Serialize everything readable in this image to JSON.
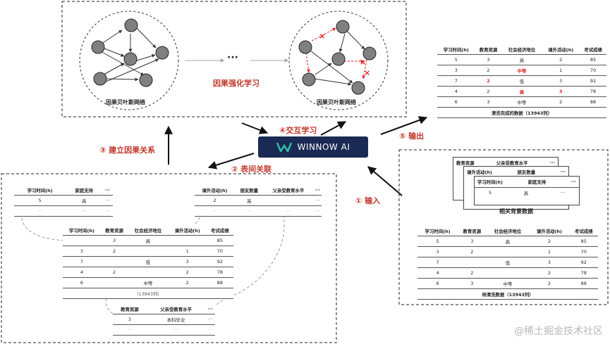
{
  "steps": {
    "s1": "① 输入",
    "s2": "② 表间关联",
    "s3": "③ 建立因果关系",
    "s4": "④交互学习",
    "s5": "⑤ 输出"
  },
  "top_panel": {
    "left_network_caption": "因果贝叶斯网络",
    "right_network_caption": "因果贝叶斯网络",
    "ellipsis": "···",
    "center_label": "因果强化学习"
  },
  "center": {
    "brand": "WINNOW AI"
  },
  "output_table": {
    "headers": [
      "学习时间(h)",
      "教育资源",
      "社会经济地位",
      "课外活动(h)",
      "考试成绩"
    ],
    "rows": [
      [
        "5",
        "3",
        "高",
        "2",
        "85"
      ],
      [
        "3",
        "2",
        "中等",
        "1",
        "70"
      ],
      [
        "7",
        "2",
        "低",
        "3",
        "92"
      ],
      [
        "4",
        "2",
        "高",
        "3",
        "78"
      ],
      [
        "6",
        "3",
        "中等",
        "2",
        "88"
      ]
    ],
    "caption": "清洗完成的数据（13943列）"
  },
  "input_panel": {
    "stack1": [
      "教育资源",
      "父亲受教育水平",
      "···"
    ],
    "stack2": [
      "课外活动(h)",
      "朋友数量",
      "···"
    ],
    "stack3": [
      "学习时间(h)",
      "家庭支持",
      "···"
    ],
    "stack3_row": [
      "5",
      "高",
      "···"
    ],
    "stack_caption": "相关背景数据",
    "table": {
      "headers": [
        "学习时间(h)",
        "教育资源",
        "社会经济地位",
        "课外活动(h)",
        "考试成绩"
      ],
      "rows": [
        [
          "5",
          "3",
          "高",
          "2",
          "85"
        ],
        [
          "3",
          "2",
          "",
          "1",
          "70"
        ],
        [
          "7",
          "",
          "低",
          "3",
          "92"
        ],
        [
          "4",
          "2",
          "",
          "2",
          "78"
        ],
        [
          "6",
          "3",
          "中等",
          "2",
          "88"
        ]
      ],
      "caption": "待清洗数据（13943列）"
    }
  },
  "join_panel": {
    "t1": {
      "headers": [
        "学习时间(h)",
        "家庭支持",
        "···"
      ],
      "row": [
        "5",
        "高",
        "···"
      ],
      "more": [
        "···",
        "···",
        "···"
      ]
    },
    "t2": {
      "headers": [
        "课外活动(h)",
        "朋友数量",
        "父亲受教育水平",
        "···"
      ],
      "row": [
        "2",
        "高",
        "",
        "···"
      ],
      "more": [
        "···",
        "···",
        "···",
        "···"
      ]
    },
    "main": {
      "headers": [
        "学习时间(h)",
        "教育资源",
        "社会经济地位",
        "课外活动(h)",
        "考试成绩"
      ],
      "rows": [
        [
          "",
          "3",
          "高",
          "",
          "85"
        ],
        [
          "3",
          "2",
          "",
          "1",
          "70"
        ],
        [
          "7",
          "",
          "低",
          "3",
          "92"
        ],
        [
          "4",
          "2",
          "",
          "2",
          "78"
        ],
        [
          "6",
          "",
          "中等",
          "2",
          "88"
        ]
      ],
      "caption": "（13943列）"
    },
    "t3": {
      "headers": [
        "教育资源",
        "父亲受教育水平",
        "···"
      ],
      "row": [
        "3",
        "本科毕业",
        "···"
      ],
      "more": [
        "···",
        "···",
        "···"
      ]
    }
  },
  "watermark": "@稀土掘金技术社区",
  "colors": {
    "accent_red": "#c0392b",
    "brand_bg": "#1b2a55",
    "brand_logo": "#2ec4a5",
    "cell_red": "#e02020"
  }
}
